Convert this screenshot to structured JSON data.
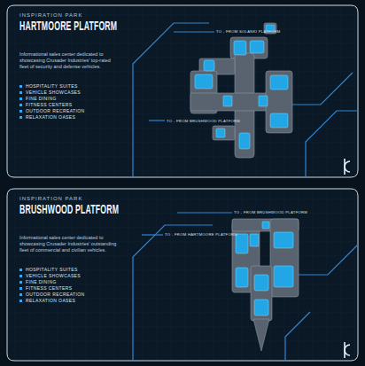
{
  "diagram": {
    "nodes": [
      {
        "text": [
          "INSPIRATION PARK",
          "HARTMOORE PLATFORM",
          "Informational sales center dedicated to showcasing Crusader Industries' top-rated fleet of security and defense vehicles."
        ]
      },
      {
        "text": [
          "INSPIRATION PARK",
          "BRUSHWOOD PLATFORM",
          "Informational sales center dedicated to showcasing Crusader Industries' outstanding fleet of commercial and civilian vehicles."
        ]
      }
    ],
    "labels": [
      "HOSPITALITY SUITES",
      "VEHICLE SHOWCASES",
      "FINE DINING",
      "FITNESS CENTERS",
      "OUTDOOR RECREATION",
      "RELAXATION OASES",
      "TO - FROM SOLANKI PLATFORM",
      "TO - FROM BRUSHWOOD PLATFORM",
      "HOSPITALITY SUITES",
      "VEHICLE SHOWCASES",
      "FINE DINING",
      "FITNESS CENTERS",
      "OUTDOOR RECREATION",
      "RELAXATION OASES",
      "TO - FROM BRUSHWOOD PLATFORM",
      "TO - FROM HARTMOORE PLATFORM"
    ]
  }
}
